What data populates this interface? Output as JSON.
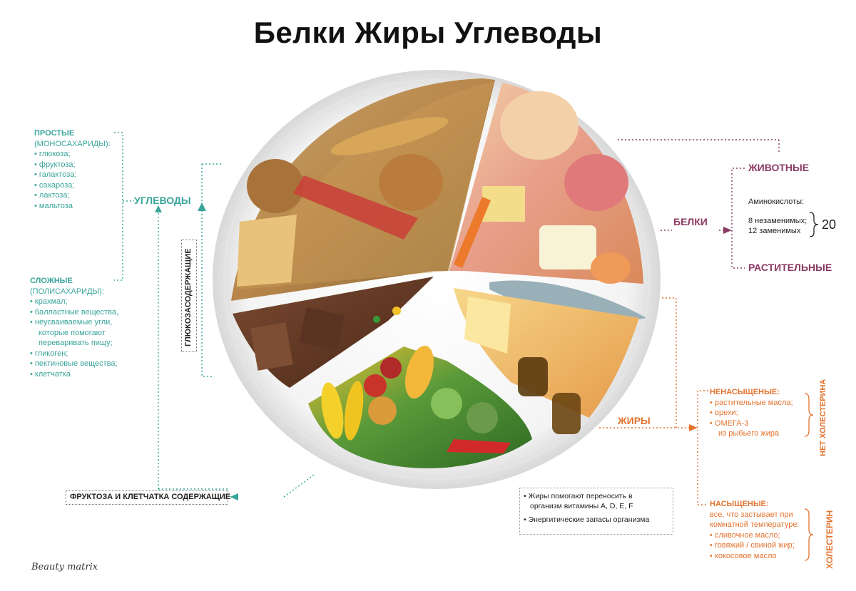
{
  "title": "Белки Жиры Углеводы",
  "watermark": "Beauty matrix",
  "carbs": {
    "label": "УГЛЕВОДЫ",
    "simple_title_1": "ПРОСТЫЕ",
    "simple_title_2": "(МОНОСАХАРИДЫ):",
    "simple_items": [
      "глюкоза;",
      "фруктоза;",
      "галактоза;",
      "сахароза;",
      "лактоза;",
      "мальтоза"
    ],
    "complex_title_1": "СЛОЖНЫЕ",
    "complex_title_2": "(ПОЛИСАХАРИДЫ):",
    "complex_items": [
      "крахмал;",
      "балластные вещества,",
      "неусваиваемые угли,",
      "которые помогают",
      "переваривать пищу;",
      "гликоген;",
      "пектиновые вещества;",
      "клетчатка"
    ],
    "glucose_label": "ГЛЮКОЗАСОДЕРЖАЩИЕ",
    "fructose_label": "ФРУКТОЗА И КЛЕТЧАТКА СОДЕРЖАЩИЕ"
  },
  "proteins": {
    "label": "БЕЛКИ",
    "animal": "ЖИВОТНЫЕ",
    "plant": "РАСТИТЕЛЬНЫЕ",
    "amino_title": "Аминокислоты:",
    "essential": "8 незаменимых;",
    "nonessential": "12 заменимых",
    "total": "20"
  },
  "fats": {
    "label": "ЖИРЫ",
    "unsat_title": "НЕНАСЫЩЕНЫЕ:",
    "unsat_items": [
      "растительные масла;",
      "орехи;",
      "ОМЕГА-3",
      "из рыбьего жира"
    ],
    "no_chol": "НЕТ ХОЛЕСТЕРИНА",
    "sat_title": "НАСЫЩЕНЫЕ:",
    "sat_lines": [
      "все, что застывает при",
      "комнатной температуре:"
    ],
    "sat_items": [
      "сливочное масло;",
      "говяжий / свиной жир;",
      "кокосовое масло"
    ],
    "chol": "ХОЛЕСТЕРИН",
    "notes": [
      "Жиры помогают переносить в",
      "организм витамины A, D, E, F",
      "Энергитические запасы организма"
    ]
  },
  "colors": {
    "teal": "#3aa59b",
    "purple": "#8a3a63",
    "orange": "#e2732e"
  }
}
